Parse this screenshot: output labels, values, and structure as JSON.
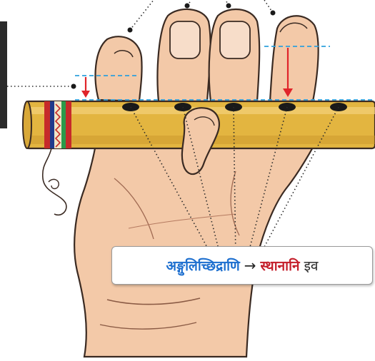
{
  "caption": {
    "term": "अङ्गुलिच्छिद्राणि",
    "arrow": "→",
    "comparison": "स्थानानि",
    "particle": "इव"
  },
  "colors": {
    "term": "#1d6fcf",
    "comparison": "#c41e2a",
    "flute_body": "#e3b540",
    "skin": "#f3c9a8",
    "outline": "#3a2a22",
    "marker_arrow": "#e0242a",
    "guide_dashed": "#2fa0dc"
  },
  "icons": [
    "flute-illustration",
    "hand-illustration",
    "finger-hole-icon",
    "red-down-arrow-icon",
    "dotted-pointer-line"
  ]
}
